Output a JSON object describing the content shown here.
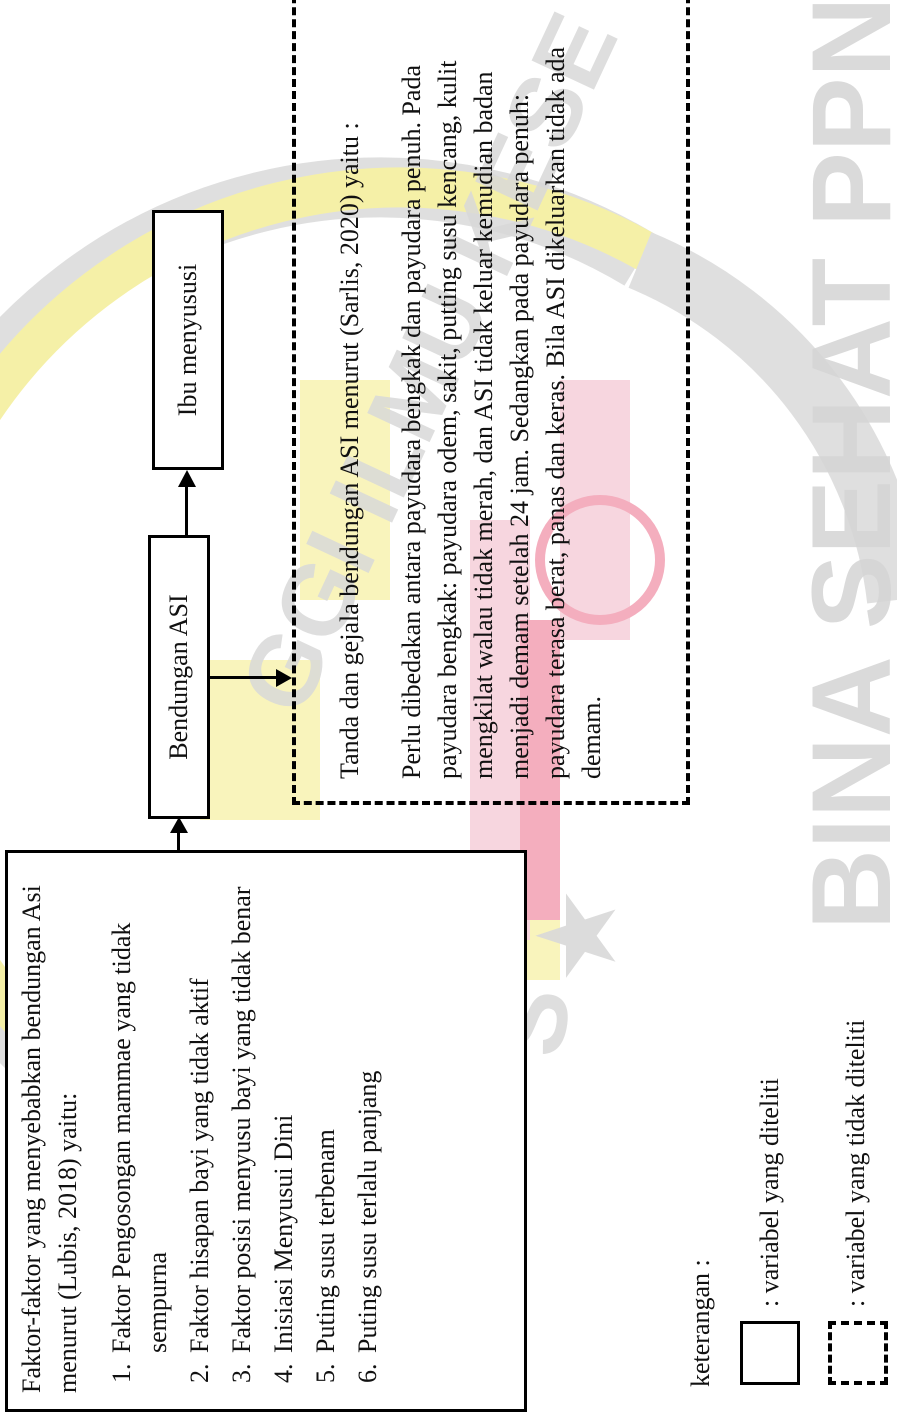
{
  "watermark": {
    "text_arc_top": "GGI ILMU KESE",
    "text_arc_bottom": "S",
    "text_right": "BINA SEHAT PPNI",
    "star": "★",
    "colors": {
      "yellow": "#f7f0a8",
      "grey": "#d6d6d6",
      "pink": "#f3a6b8"
    }
  },
  "diagram": {
    "factors_box": {
      "intro": "Faktor-faktor yang menyebabkan bendungan Asi menurut (Lubis, 2018) yaitu:",
      "items": [
        "Faktor Pengosongan mammae yang tidak sempurna",
        "Faktor hisapan bayi yang tidak aktif",
        "Faktor posisi menyusu bayi yang tidak benar",
        "Inisiasi Menyusui Dini",
        "Puting susu terbenam",
        "Puting susu terlalu panjang"
      ]
    },
    "bendungan_box": {
      "label": "Bendungan ASI"
    },
    "ibu_box": {
      "label": "Ibu menyususi"
    },
    "signs_box": {
      "lead": "Tanda dan gejala bendungan ASI menurut (Sarlis, 2020) yaitu :",
      "paragraph": "Perlu dibedakan antara payudara bengkak dan payudara penuh. Pada payudara bengkak: payudara odem, sakit, putting susu kencang, kulit mengkilat walau tidak merah, dan ASI tidak keluar kemudian badan menjadi demam setelah 24 jam. Sedangkan pada payudara penuh: payudara terasa berat, panas dan keras. Bila ASI dikeluarkan tidak ada demam."
    }
  },
  "legend": {
    "title": "keterangan :",
    "solid_label": ": variabel yang diteliti",
    "dashed_label": ": variabel yang tidak diteliti"
  }
}
